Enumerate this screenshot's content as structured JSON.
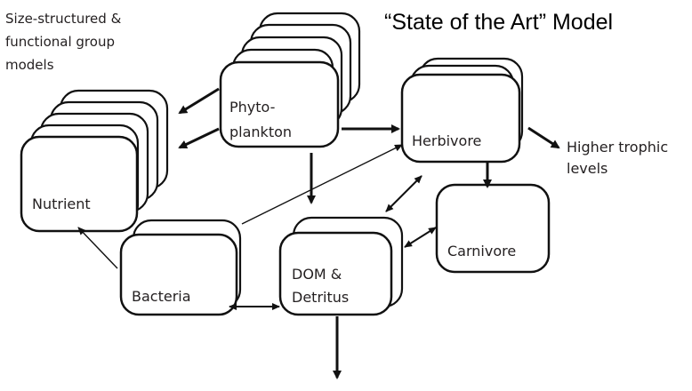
{
  "title": "“State of the Art” Model",
  "annotation": {
    "line1": "Size-structured &",
    "line2": "functional group",
    "line3": "models"
  },
  "nodes": {
    "nutrient": "Nutrient",
    "phytoplankton_line1": "Phyto-",
    "phytoplankton_line2": "plankton",
    "herbivore": "Herbivore",
    "carnivore": "Carnivore",
    "bacteria": "Bacteria",
    "dom_line1": "DOM &",
    "dom_line2": "Detritus"
  },
  "outputs": {
    "higher_line1": "Higher trophic",
    "higher_line2": "levels"
  }
}
